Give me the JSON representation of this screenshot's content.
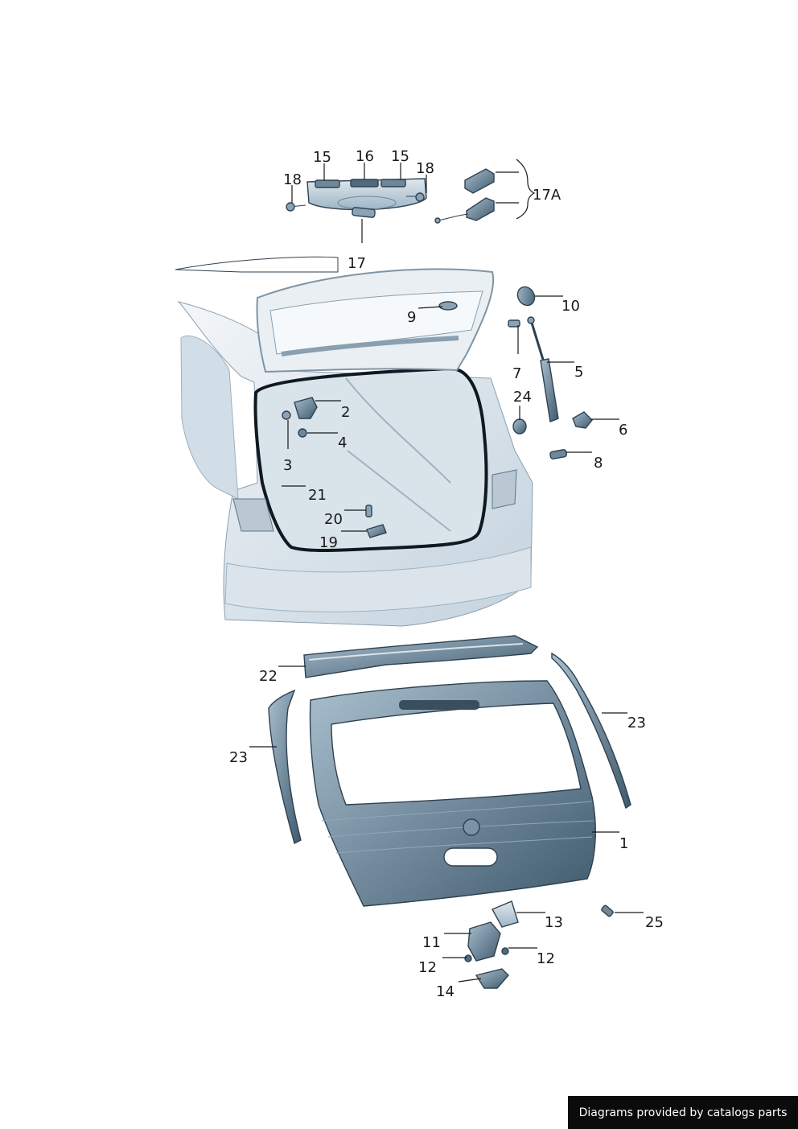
{
  "colors": {
    "part_fill_dark": "#4f6b80",
    "part_fill_mid": "#8aa4b6",
    "part_fill_light": "#c9d7e1",
    "car_body": "#e4ebf0",
    "outline": "#2f4150",
    "credit_bg": "#0b0b0b",
    "credit_text": "#ffffff"
  },
  "callouts": {
    "c1": "1",
    "c2": "2",
    "c3": "3",
    "c4": "4",
    "c5": "5",
    "c6": "6",
    "c7": "7",
    "c8": "8",
    "c9": "9",
    "c10": "10",
    "c11": "11",
    "c12a": "12",
    "c12b": "12",
    "c13": "13",
    "c14": "14",
    "c15a": "15",
    "c15b": "15",
    "c16": "16",
    "c17": "17",
    "c17a": "17A",
    "c18a": "18",
    "c18b": "18",
    "c19": "19",
    "c20": "20",
    "c21": "21",
    "c22": "22",
    "c23a": "23",
    "c23b": "23",
    "c24": "24",
    "c25": "25"
  },
  "credit": {
    "text": "Diagrams provided by catalogs parts"
  }
}
